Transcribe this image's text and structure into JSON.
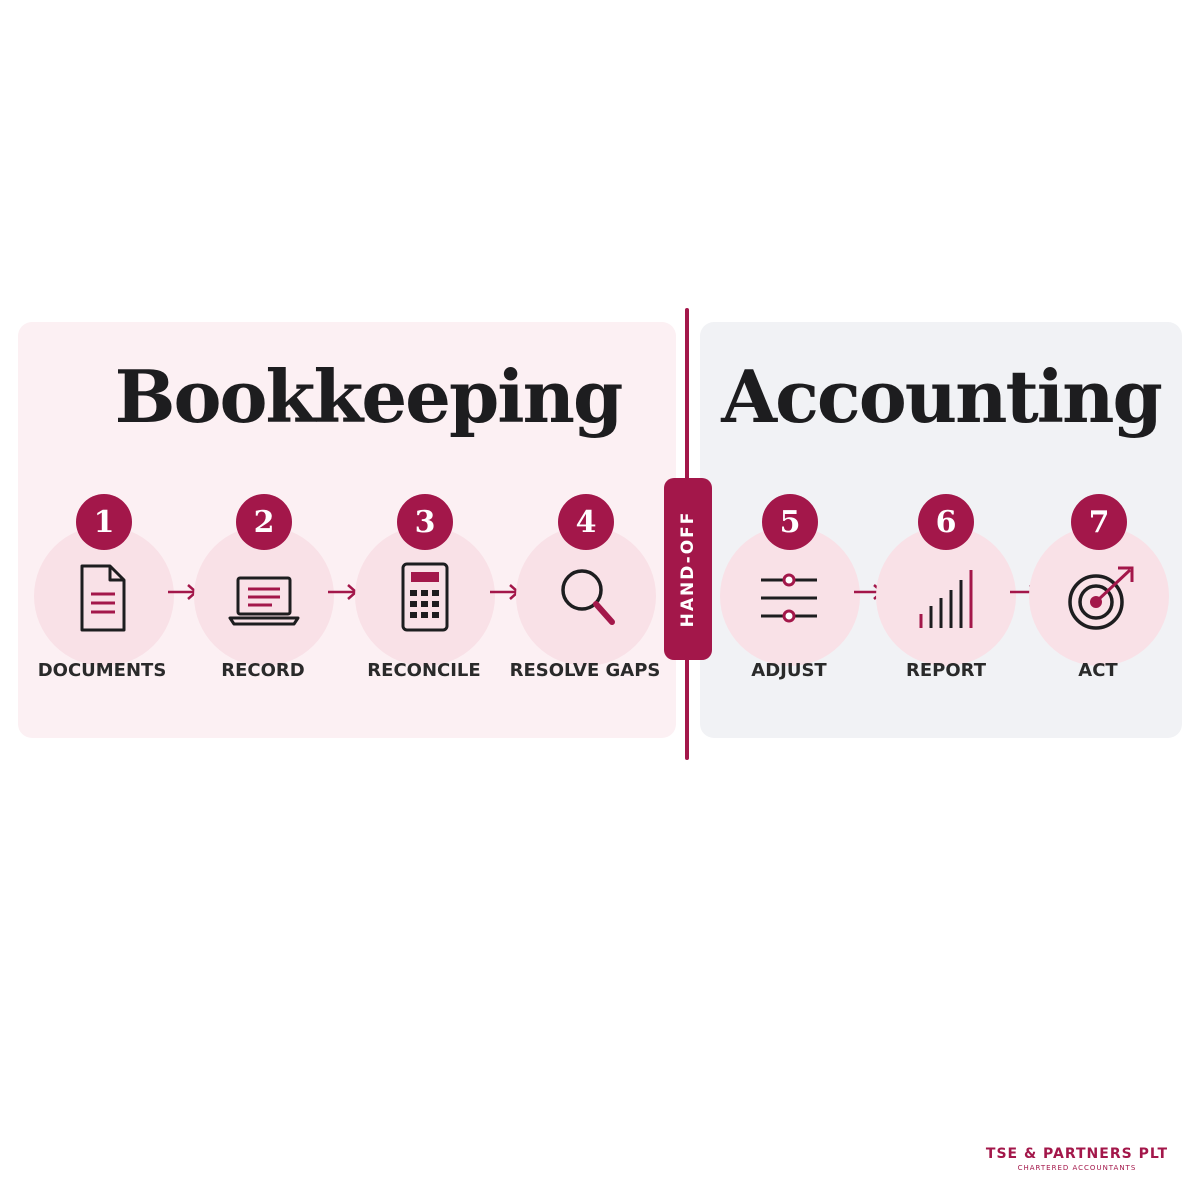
{
  "titles": {
    "left": "Bookkeeping",
    "right": "Accounting"
  },
  "handoff_label": "HAND-OFF",
  "steps": [
    {
      "number": "1",
      "label": "DOCUMENTS",
      "icon": "document-icon"
    },
    {
      "number": "2",
      "label": "RECORD",
      "icon": "laptop-icon"
    },
    {
      "number": "3",
      "label": "RECONCILE",
      "icon": "calculator-icon"
    },
    {
      "number": "4",
      "label": "RESOLVE GAPS",
      "icon": "magnifier-icon"
    },
    {
      "number": "5",
      "label": "ADJUST",
      "icon": "sliders-icon"
    },
    {
      "number": "6",
      "label": "REPORT",
      "icon": "bar-chart-icon"
    },
    {
      "number": "7",
      "label": "ACT",
      "icon": "target-arrow-icon"
    }
  ],
  "brand": {
    "name": "TSE & PARTNERS PLT",
    "tagline": "CHARTERED ACCOUNTANTS"
  },
  "colors": {
    "accent": "#a3174a",
    "left_panel": "#fcf0f3",
    "right_panel": "#f1f2f5",
    "halo": "#f9e1e7",
    "ink": "#1d1d1f"
  }
}
